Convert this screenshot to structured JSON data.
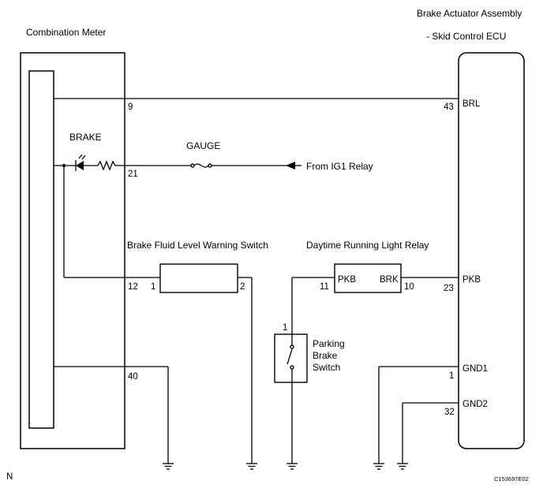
{
  "components": {
    "combination_meter": "Combination Meter",
    "ecu_line1": "Brake Actuator Assembly",
    "ecu_line2": "- Skid Control ECU",
    "brake_lamp": "BRAKE",
    "gauge_fuse": "GAUGE",
    "ig1_source": "From IG1 Relay",
    "fluid_switch": "Brake Fluid Level Warning Switch",
    "drl_relay": "Daytime Running Light Relay",
    "parking_switch_line1": "Parking",
    "parking_switch_line2": "Brake",
    "parking_switch_line3": "Switch"
  },
  "meter_pins": {
    "p9": "9",
    "p21": "21",
    "p12": "12",
    "p40": "40"
  },
  "fluid_switch_pins": {
    "p1": "1",
    "p2": "2"
  },
  "relay_pins": {
    "p11": "11",
    "p10": "10",
    "pkb": "PKB",
    "brk": "BRK"
  },
  "parking_pins": {
    "p1": "1"
  },
  "ecu_pins": {
    "p43": "43",
    "brl": "BRL",
    "p23": "23",
    "pkb": "PKB",
    "p1": "1",
    "gnd1": "GND1",
    "p32": "32",
    "gnd2": "GND2"
  },
  "footer": {
    "corner_mark": "N",
    "figure_id": "C153697E02"
  }
}
